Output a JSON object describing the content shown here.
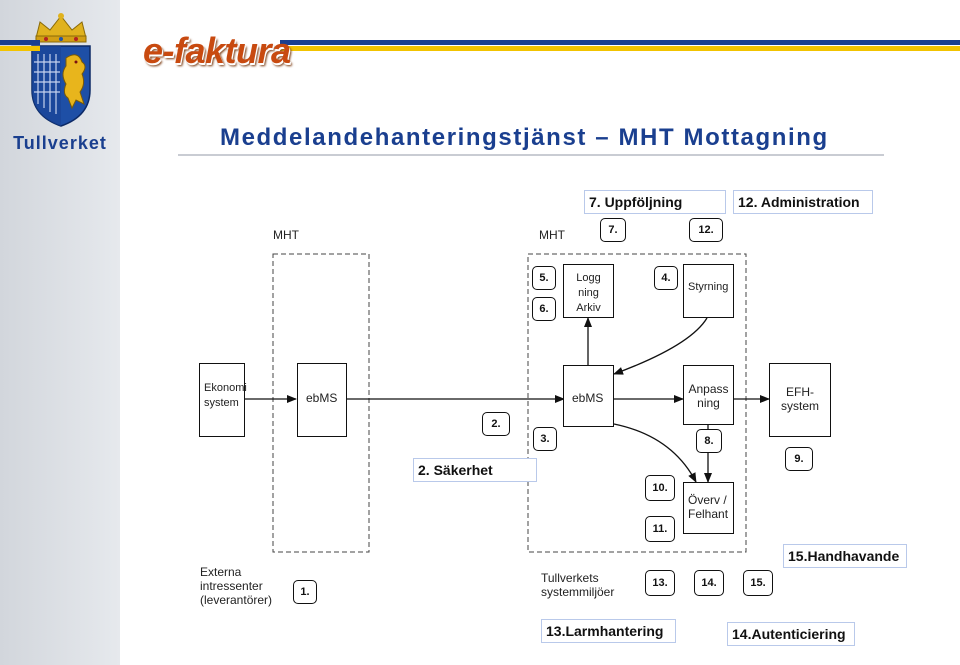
{
  "brand": {
    "name": "Tullverket",
    "logo_text": "e-faktura"
  },
  "page": {
    "title": "Meddelandehanteringstjänst  –  MHT Mottagning"
  },
  "diagram": {
    "mht_label_left": "MHT",
    "mht_label_right": "MHT",
    "boxes": {
      "ekonomi": "Ekonomi system",
      "ebms_left": "ebMS",
      "ebms_center": "ebMS",
      "loggning": "Logg ning Arkiv",
      "styrning": "Styrning",
      "anpassning": "Anpass ning",
      "efh": "EFH- system",
      "overv": "Överv / Felhant"
    },
    "markers": {
      "m1": "1.",
      "m2": "2.",
      "m3": "3.",
      "m4": "4.",
      "m5": "5.",
      "m6": "6.",
      "m7": "7.",
      "m8": "8.",
      "m9": "9.",
      "m10": "10.",
      "m11": "11.",
      "m12": "12.",
      "m13": "13.",
      "m14": "14.",
      "m15": "15."
    },
    "texts": {
      "externa": "Externa intressenter (leverantörer)",
      "tullverkets": "Tullverkets systemmiljöer"
    },
    "labels": {
      "uppfoljning": "7. Uppföljning",
      "administration": "12. Administration",
      "sakerhet": "2.  Säkerhet",
      "handhavande": "15.Handhavande",
      "larmhantering": "13.Larmhantering",
      "autenticiering": "14.Autenticiering"
    }
  },
  "colors": {
    "title": "#1a3f8f",
    "logo": "#c84a10",
    "stripe_yellow": "#f2c300",
    "stripe_blue": "#1a3f8f"
  }
}
